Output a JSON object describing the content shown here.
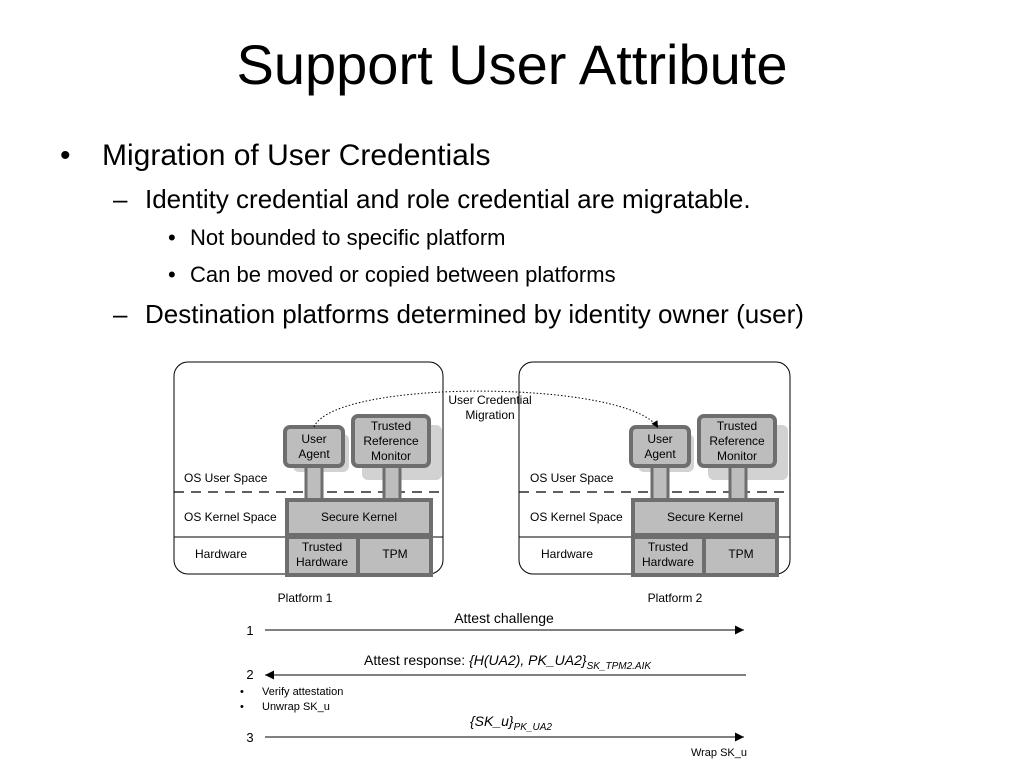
{
  "slide": {
    "title": "Support User Attribute",
    "bullets": {
      "b1": "Migration of User Credentials",
      "b1_1": "Identity credential and role credential are migratable.",
      "b1_1_1": "Not bounded to specific platform",
      "b1_1_2": "Can be moved or copied between platforms",
      "b1_2": "Destination platforms determined by identity owner (user)"
    },
    "markers": {
      "round": "•",
      "dash": "–"
    }
  },
  "diagram": {
    "migration_label_1": "User Credential",
    "migration_label_2": "Migration",
    "platforms": [
      {
        "caption": "Platform 1",
        "os_user_space": "OS User Space",
        "os_kernel_space": "OS Kernel Space",
        "hardware": "Hardware",
        "user_agent": [
          "User",
          "Agent"
        ],
        "trm": [
          "Trusted",
          "Reference",
          "Monitor"
        ],
        "secure_kernel": "Secure Kernel",
        "trusted_hw": [
          "Trusted",
          "Hardware"
        ],
        "tpm": "TPM"
      },
      {
        "caption": "Platform 2",
        "os_user_space": "OS User Space",
        "os_kernel_space": "OS Kernel Space",
        "hardware": "Hardware",
        "user_agent": [
          "User",
          "Agent"
        ],
        "trm": [
          "Trusted",
          "Reference",
          "Monitor"
        ],
        "secure_kernel": "Secure Kernel",
        "trusted_hw": [
          "Trusted",
          "Hardware"
        ],
        "tpm": "TPM"
      }
    ],
    "protocol": {
      "step1_num": "1",
      "step1_label": "Attest challenge",
      "step2_num": "2",
      "step2_label_prefix": "Attest response: ",
      "step2_label_italic": "{H(UA2), PK_UA2}",
      "step2_sub": "SK_TPM2.AIK",
      "step2_notes": [
        "Verify attestation",
        "Unwrap SK_u"
      ],
      "step3_num": "3",
      "step3_label_italic": "{SK_u}",
      "step3_sub": "PK_UA2",
      "step3_note": "Wrap SK_u"
    },
    "colors": {
      "box_fill": "#bdbdbd",
      "box_stroke": "#6e6e6e",
      "shadow": "#d2d2d2"
    }
  }
}
